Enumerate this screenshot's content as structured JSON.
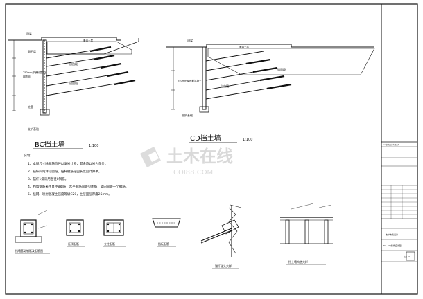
{
  "bc_section": {
    "label_top_left": "冠梁",
    "label_slope": "卵石层",
    "label_fill": "素填土层",
    "label_bolt_zone": "锚固段",
    "label_free_zone": "自由段",
    "label_dim": "250mm厚喷射混凝土",
    "label_dim2": "钢筋网",
    "label_bottom": "桩基",
    "label_base": "支护基础",
    "title": "BC挡土墙",
    "scale": "1:100"
  },
  "cd_section": {
    "label_top_left": "冠梁",
    "label_fill": "素填土层",
    "label_bolt_zone": "锚固段",
    "label_free_zone": "自由段",
    "label_dim": "250mm厚喷射混凝土",
    "label_base": "支护基础",
    "title": "CD挡土墙",
    "scale": "1:100"
  },
  "notes": [
    "说明：",
    "1、本图尺寸除钢筋直径以毫米计外，其余均以米为单位。",
    "2、锚杆间距详见图纸，锚杆钢筋锚固长度见计算书。",
    "3、锚杆1排采用直径8钢筋。",
    "4、挡墙钢筋采用直径8钢筋，水平钢筋间距见图纸，竖向间距一个钢筋。",
    "5、挂网、喷射混凝土强度等级C20，土层面层厚度25mm。"
  ],
  "details": [
    {
      "caption": "挡墙基础钢筋及配筋图"
    },
    {
      "caption": "压顶配筋"
    },
    {
      "caption": "立柱配筋"
    },
    {
      "caption": "挡板配筋"
    },
    {
      "caption": "锚杆锚头大样"
    },
    {
      "caption": "挡土墙构造大样"
    }
  ],
  "title_block": {
    "company": "××建筑设计有限公司",
    "project": "支护方案设计",
    "drawing_name": "BC、CD挡墙设计图",
    "drawing_no": "结施-01"
  },
  "watermark": {
    "brand": "土木在线",
    "site": "COI88.COM"
  }
}
